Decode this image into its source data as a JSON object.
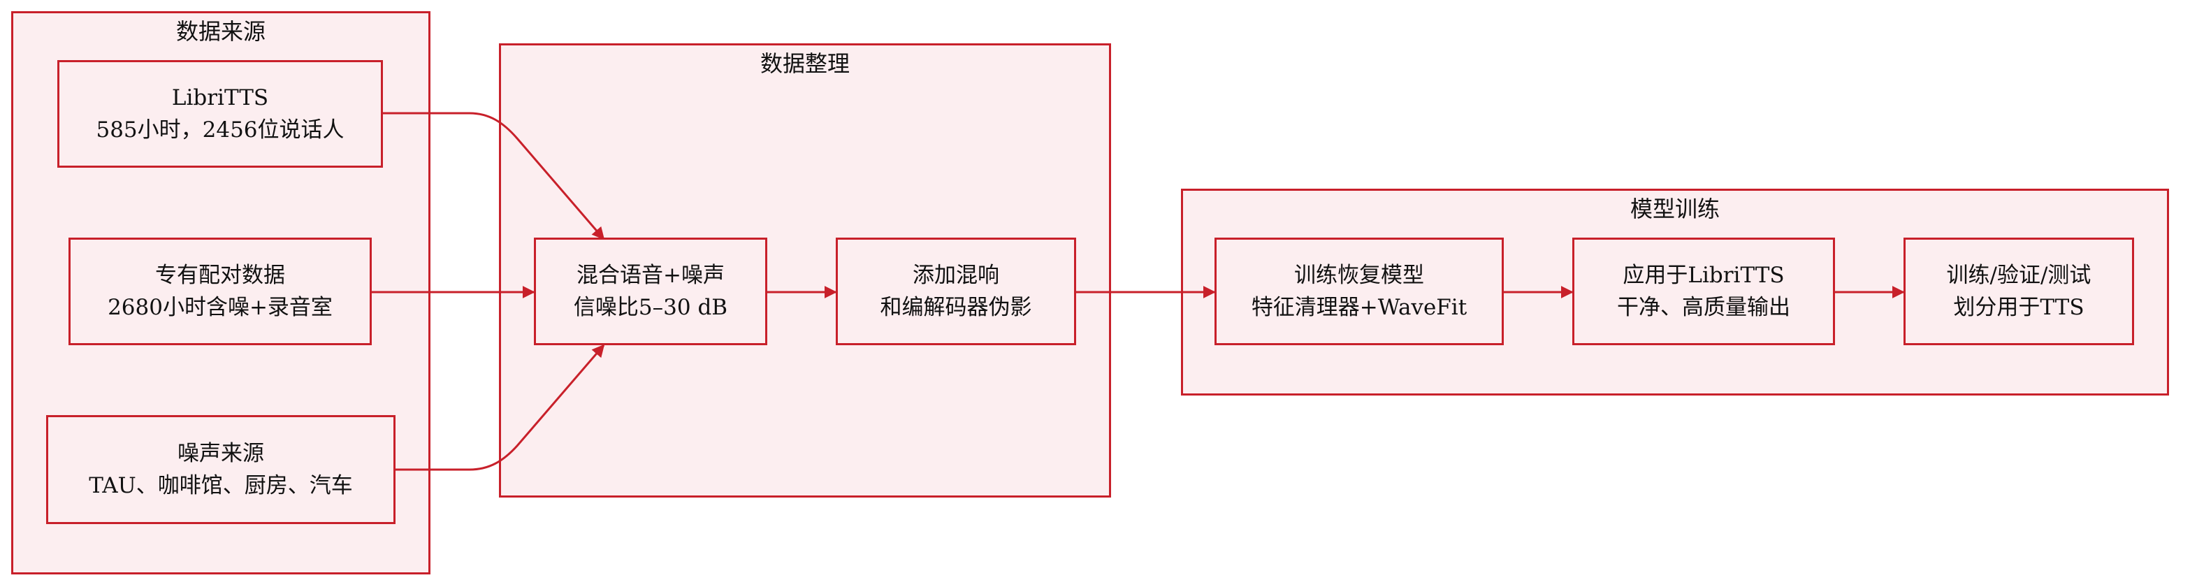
{
  "groups": {
    "sources": {
      "title": "数据来源"
    },
    "prep": {
      "title": "数据整理"
    },
    "train": {
      "title": "模型训练"
    }
  },
  "nodes": {
    "libritts": {
      "line1": "LibriTTS",
      "line2": "585小时，2456位说话人"
    },
    "paired": {
      "line1": "专有配对数据",
      "line2": "2680小时含噪+录音室"
    },
    "noise": {
      "line1": "噪声来源",
      "line2": "TAU、咖啡馆、厨房、汽车"
    },
    "mix": {
      "line1": "混合语音+噪声",
      "line2": "信噪比5–30 dB"
    },
    "reverb": {
      "line1": "添加混响",
      "line2": "和编解码器伪影"
    },
    "restore": {
      "line1": "训练恢复模型",
      "line2": "特征清理器+WaveFit"
    },
    "apply": {
      "line1": "应用于LibriTTS",
      "line2": "干净、高质量输出"
    },
    "split": {
      "line1": "训练/验证/测试",
      "line2": "划分用于TTS"
    }
  },
  "colors": {
    "stroke": "#c8202a",
    "fill": "#fceef0"
  }
}
